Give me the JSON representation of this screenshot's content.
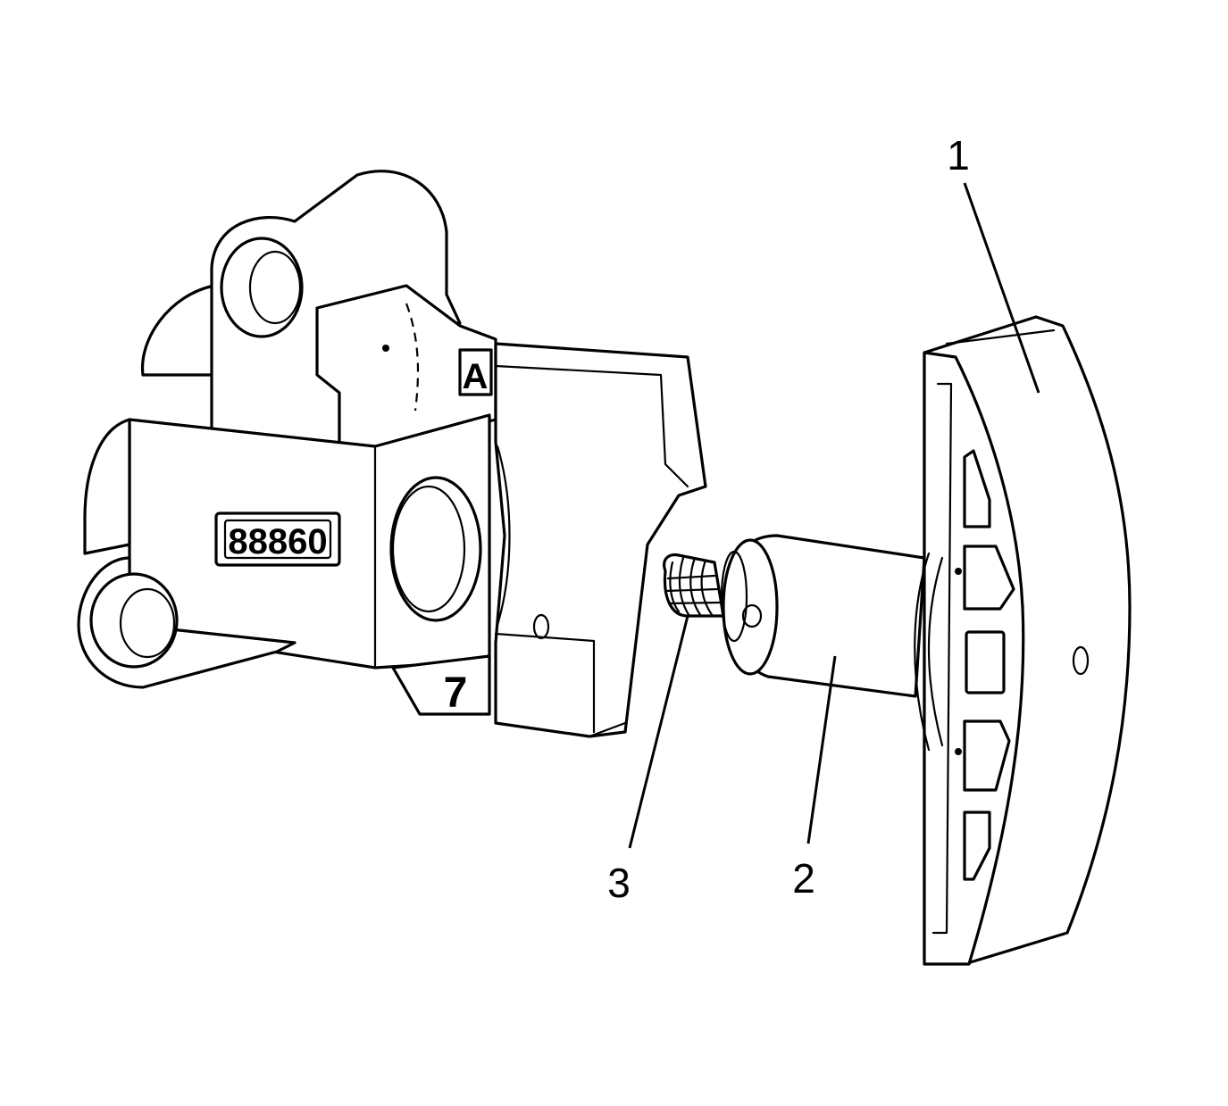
{
  "callouts": [
    {
      "id": "1",
      "label": "1"
    },
    {
      "id": "2",
      "label": "2"
    },
    {
      "id": "3",
      "label": "3"
    }
  ],
  "markings": {
    "part_number": "88860",
    "letter": "A",
    "digit": "7"
  },
  "colors": {
    "line": "#000000",
    "background": "#ffffff"
  }
}
